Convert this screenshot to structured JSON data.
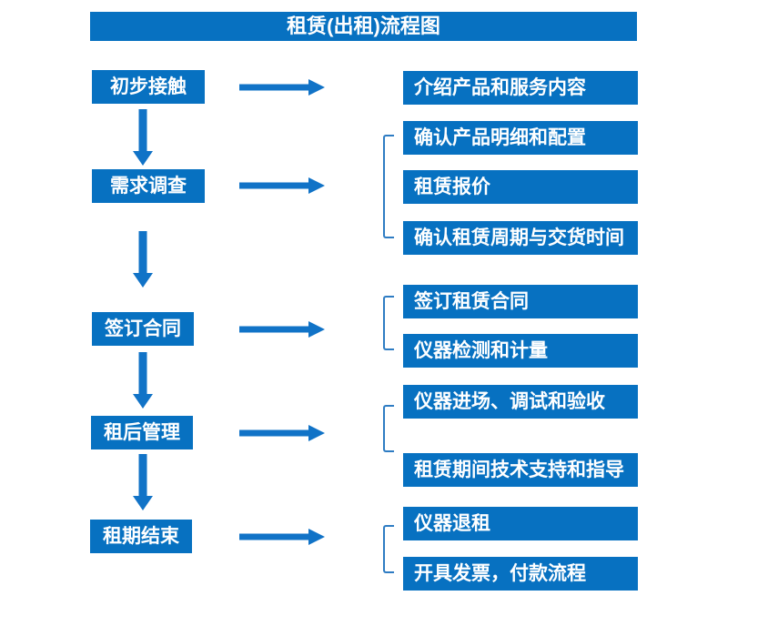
{
  "title": "租赁(出租)流程图",
  "colors": {
    "box_fill": "#0771C1",
    "arrow": "#1173C7",
    "bracket": "#2E7CC3",
    "text": "#FFFFFF",
    "background": "#FFFFFF"
  },
  "stages": [
    {
      "label": "初步接触",
      "details": [
        "介绍产品和服务内容"
      ]
    },
    {
      "label": "需求调查",
      "details": [
        "确认产品明细和配置",
        "租赁报价",
        "确认租赁周期与交货时间"
      ]
    },
    {
      "label": "签订合同",
      "details": [
        "签订租赁合同",
        "仪器检测和计量"
      ]
    },
    {
      "label": "租后管理",
      "details": [
        "仪器进场、调试和验收",
        "租赁期间技术支持和指导"
      ]
    },
    {
      "label": "租期结束",
      "details": [
        "仪器退租",
        "开具发票，付款流程"
      ]
    }
  ]
}
